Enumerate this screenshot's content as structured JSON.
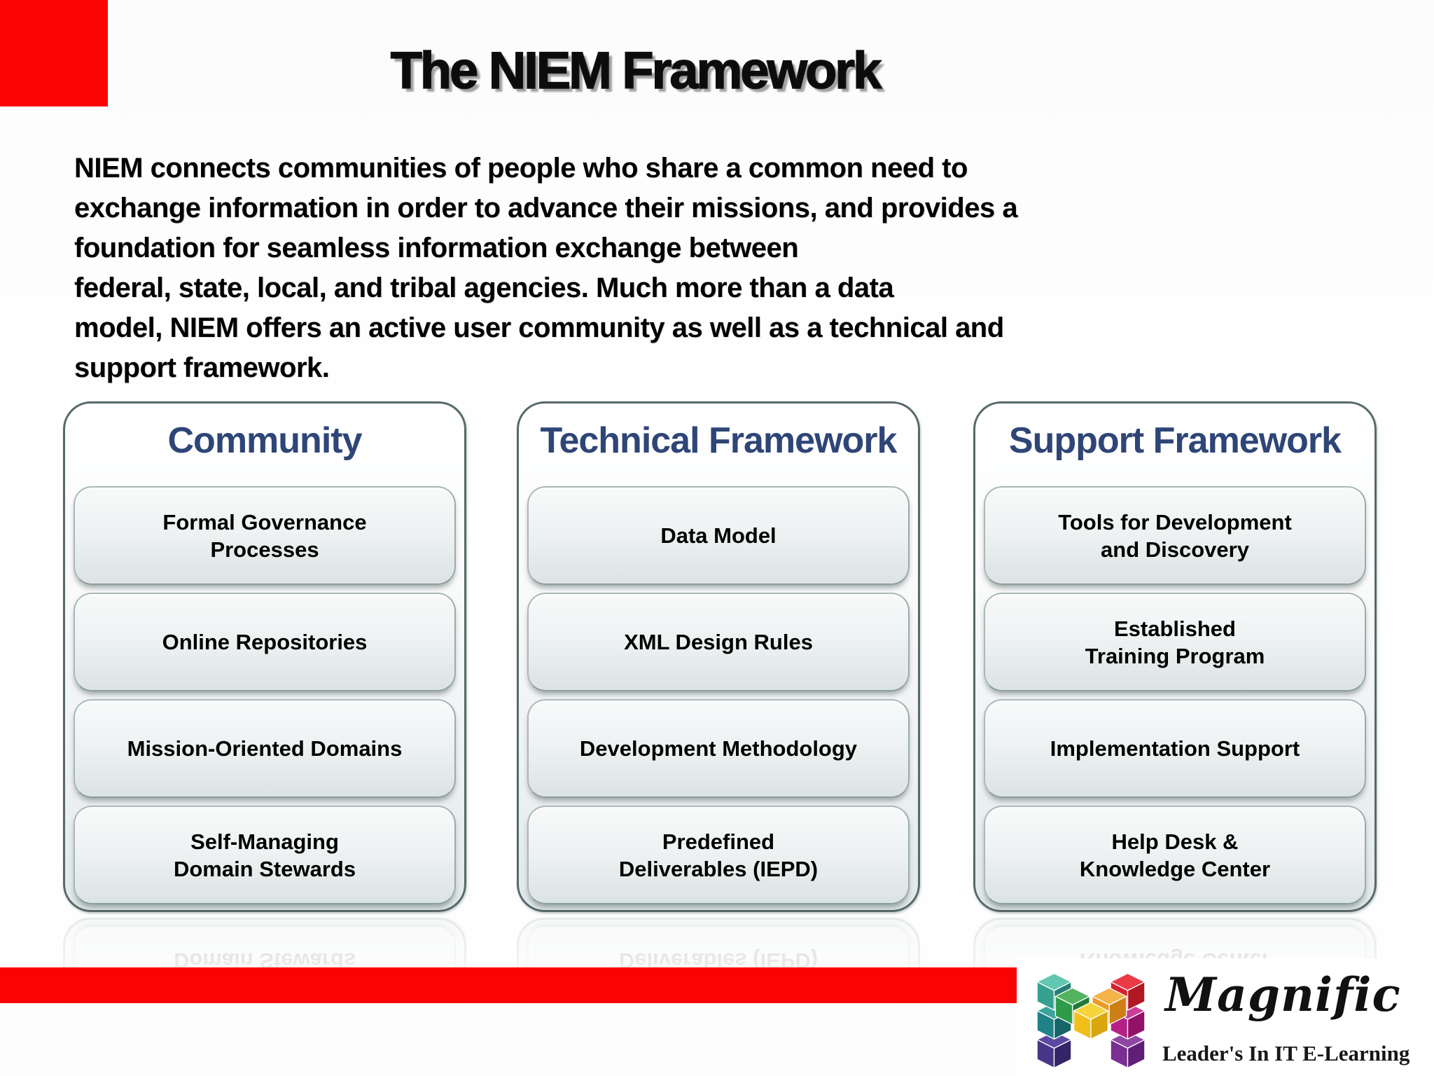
{
  "slide": {
    "title": "The NIEM Framework",
    "intro": "NIEM connects communities of people who share a common need to\nexchange information in order to advance their missions, and provides a\nfoundation for seamless information exchange between\nfederal, state, local, and tribal agencies. Much more than a data\nmodel, NIEM offers an active user community as well as a technical and\nsupport framework."
  },
  "columns": [
    {
      "title": "Community",
      "items": [
        "Formal Governance\nProcesses",
        "Online Repositories",
        "Mission-Oriented Domains",
        "Self-Managing\nDomain Stewards"
      ]
    },
    {
      "title": "Technical Framework",
      "items": [
        "Data Model",
        "XML Design Rules",
        "Development Methodology",
        "Predefined\nDeliverables (IEPD)"
      ]
    },
    {
      "title": "Support Framework",
      "items": [
        "Tools for Development\nand Discovery",
        "Established\nTraining Program",
        "Implementation Support",
        "Help Desk &\nKnowledge Center"
      ]
    }
  ],
  "footer": {
    "brand": "Magnific",
    "tagline": "Leader's In IT E-Learning"
  },
  "colors": {
    "accent_red": "#FB0303",
    "heading_navy": "#2E4577",
    "panel_border": "#57696A",
    "item_fill_top": "#F8FAFA",
    "item_fill_bottom": "#DCE3E4",
    "logo_cube_palette": [
      "#47B39A",
      "#2E9B94",
      "#4F3D8F",
      "#3FAE54",
      "#F5C91F",
      "#EFA42F",
      "#E02A37",
      "#BC2390",
      "#7E3093"
    ]
  }
}
